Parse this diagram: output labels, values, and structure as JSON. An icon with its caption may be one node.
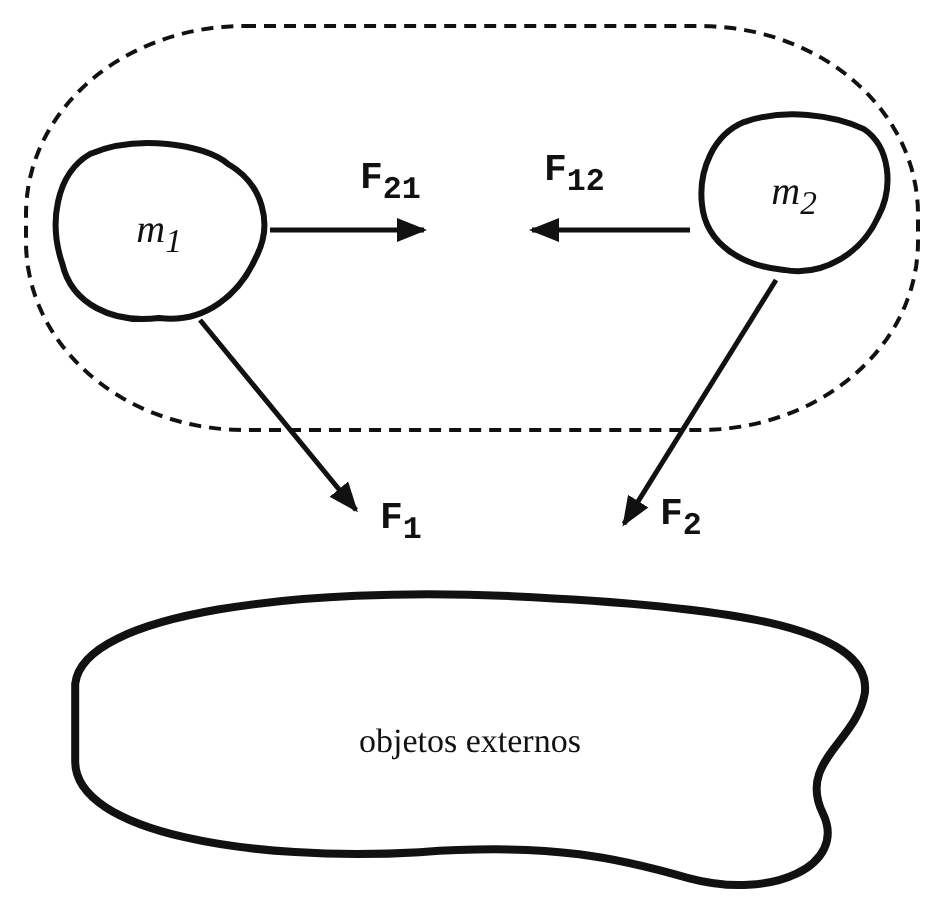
{
  "diagram": {
    "nodes": [
      {
        "text": [],
        "shape": "box"
      },
      {
        "text": [
          "m$_{1}$"
        ],
        "in": 0
      },
      {
        "text": [
          "m$_{2}$"
        ],
        "in": 0
      },
      {
        "text": [
          "objetos externos"
        ]
      }
    ],
    "labels": [
      "F$_{21}$",
      "F$_{12}$",
      "F$_{1}$",
      "F$_{2}$"
    ]
  }
}
